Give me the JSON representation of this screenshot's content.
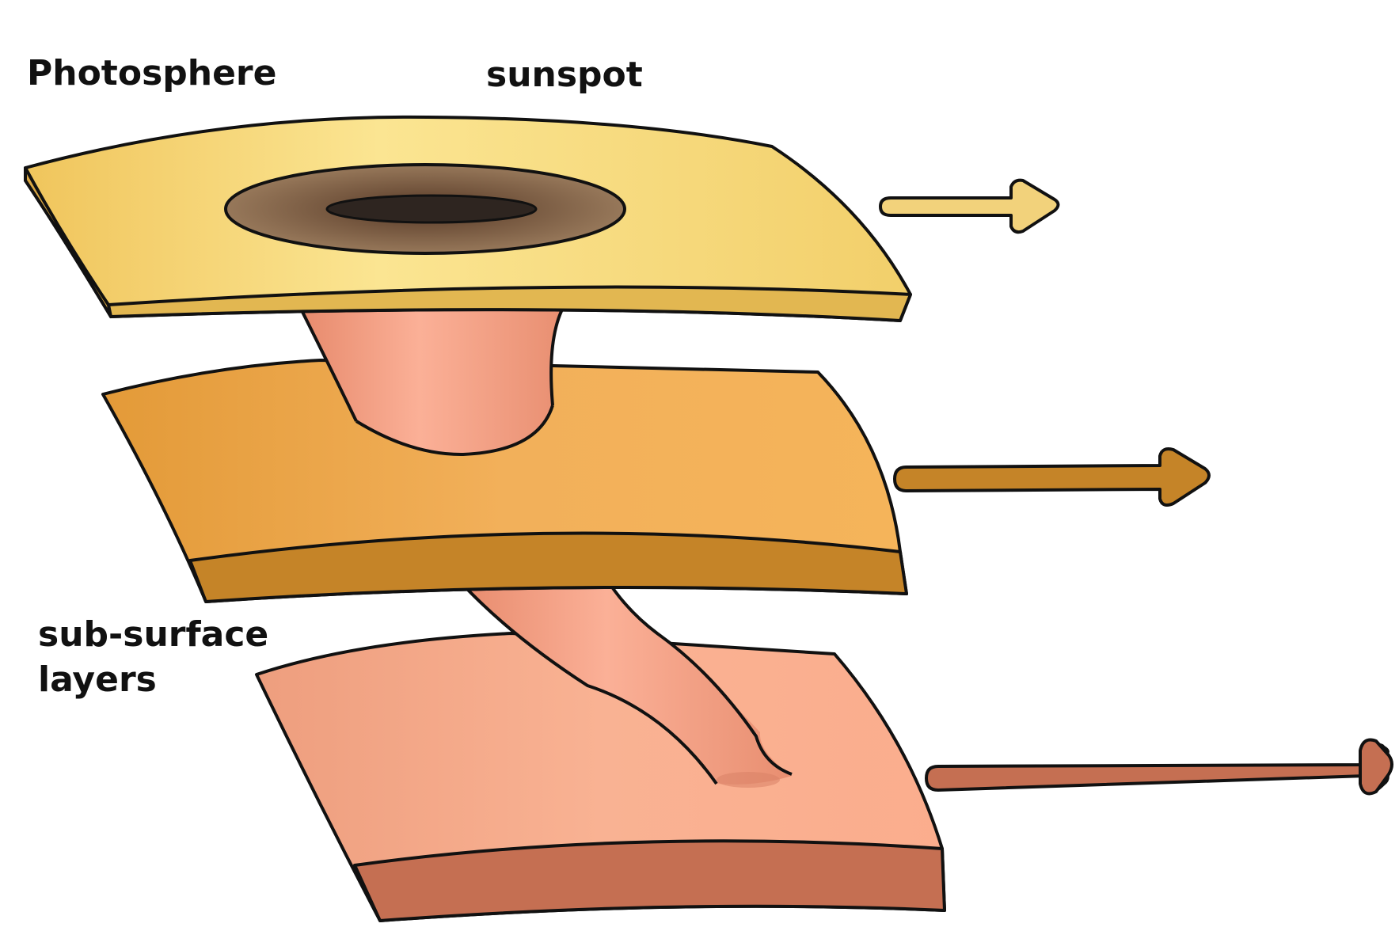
{
  "labels": {
    "photosphere": "Photosphere",
    "sunspot": "sunspot",
    "subsurface_line1": "sub-surface",
    "subsurface_line2": "layers"
  },
  "colors": {
    "photosphere_top": "#f7dd7f",
    "photosphere_edge": "#e2b751",
    "middle_layer_top": "#f0ae53",
    "middle_layer_edge": "#c58428",
    "bottom_layer_top": "#f8aa8c",
    "bottom_layer_edge": "#c56f52",
    "flux_tube": "#f3a184",
    "sunspot_penumbra": "#8b6a4c",
    "sunspot_umbra": "#2e2520",
    "arrow_top": "#f2d27b",
    "arrow_middle": "#c58428",
    "arrow_bottom": "#c56f52",
    "outline": "#111111"
  }
}
